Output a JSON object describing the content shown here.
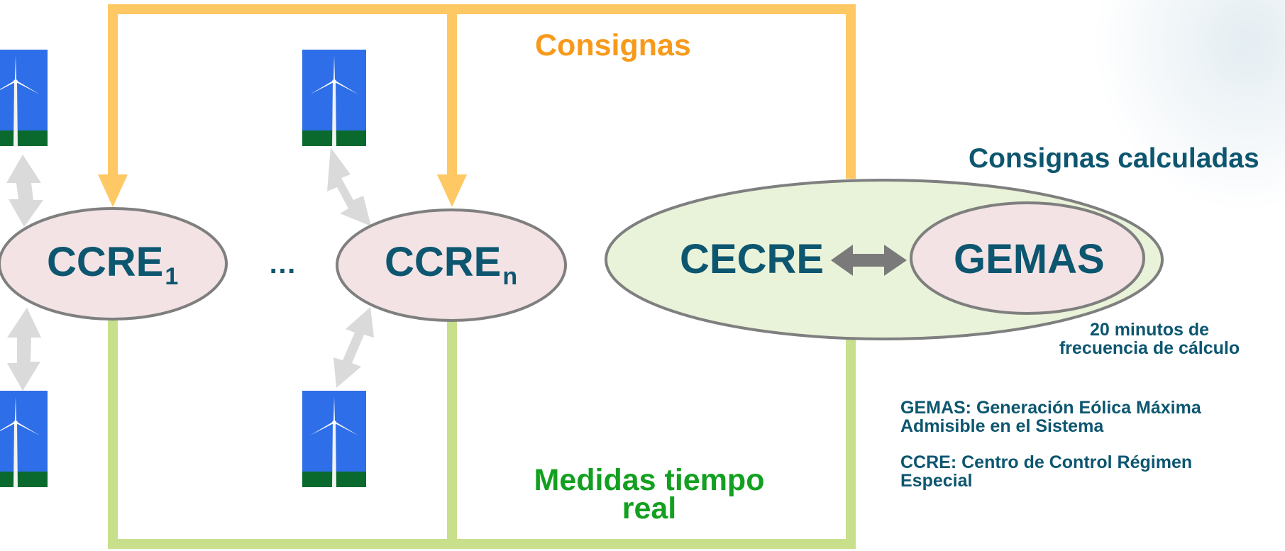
{
  "labels": {
    "consignas": "Consignas",
    "medidas_line1": "Medidas tiempo",
    "medidas_line2": "real",
    "consignas_calculadas": "Consignas calculadas",
    "frecuencia_line1": "20 minutos de",
    "frecuencia_line2": "frecuencia de cálculo",
    "gemas_def_line1": "GEMAS: Generación Eólica Máxima",
    "gemas_def_line2": "Admisible en el Sistema",
    "ccre_def_line1": "CCRE: Centro de Control Régimen",
    "ccre_def_line2": "Especial",
    "ellipsis": "…"
  },
  "nodes": {
    "ccre1": {
      "base": "CCRE",
      "sub": "1"
    },
    "ccren": {
      "base": "CCRE",
      "sub": "n"
    },
    "cecre": "CECRE",
    "gemas": "GEMAS"
  },
  "colors": {
    "consignas_line": "#fec864",
    "medidas_line": "#c8e08c",
    "ccre_fill": "#f3e3e4",
    "cecre_fill": "#e9f3d9",
    "ellipse_stroke": "#7f7f7f",
    "exchange_arrow": "#dadada",
    "bidirectional_arrow": "#7a7a7a",
    "turbine_sky": "#2e6ee8",
    "turbine_ground": "#0a6a2e",
    "text_teal": "#0d5670",
    "text_orange": "#f79a1c",
    "text_green": "#13a020"
  },
  "icons": [
    "wind-turbine-icon",
    "bidirectional-arrow-icon",
    "down-arrow-icon"
  ]
}
